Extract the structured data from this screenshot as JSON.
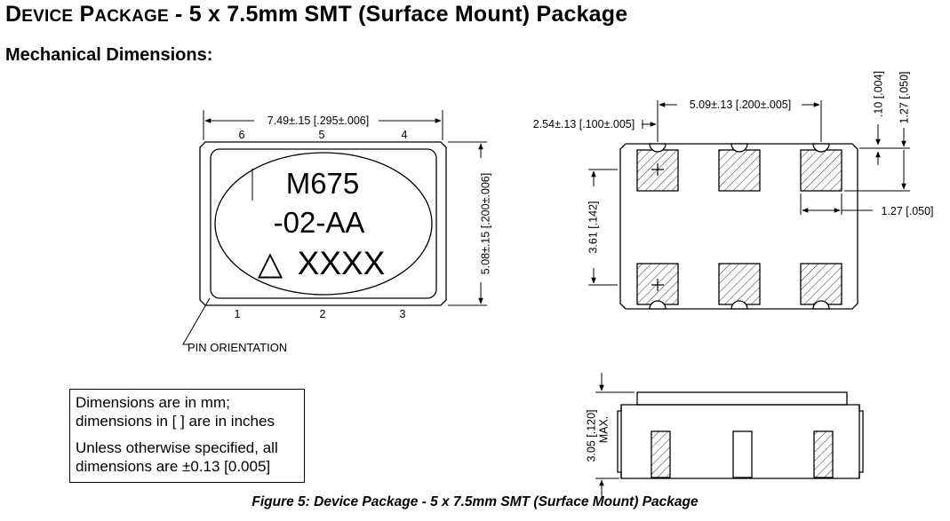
{
  "header": {
    "title_first_letter": "D",
    "title_smallcaps_1": "EVICE",
    "title_second_letter": "P",
    "title_smallcaps_2": "ACKAGE",
    "title_rest": " - 5 x 7.5mm SMT (Surface Mount) Package",
    "subtitle": "Mechanical Dimensions:"
  },
  "top_view": {
    "width_dim": "7.49±.15 [.295±.006]",
    "height_dim": "5.08±.15 [.200±.006]",
    "pins_top": [
      "6",
      "5",
      "4"
    ],
    "pins_bottom": [
      "1",
      "2",
      "3"
    ],
    "marking_line1": "M675",
    "marking_line2": "-02-AA",
    "marking_symbol": "△",
    "marking_line3": "XXXX",
    "pin_orientation": "PIN ORIENTATION"
  },
  "pad_view": {
    "pitch_dim": "5.09±.13 [.200±.005]",
    "half_pitch_dim": "2.54±.13 [.100±.005]",
    "castellation_dim": ".10 [.004]",
    "pad_height_dim": "1.27 [.050]",
    "pad_width_dim": "1.27 [.050]",
    "row_spacing_dim": "3.61 [.142]"
  },
  "side_view": {
    "height_dim": "3.05 [.120]",
    "max_label": "MAX."
  },
  "note": {
    "line1": "Dimensions are in mm;",
    "line2": "dimensions in [ ] are in inches",
    "line3": "Unless otherwise specified, all",
    "line4": "dimensions are ±0.13 [0.005]"
  },
  "caption": "Figure 5: Device Package - 5 x 7.5mm SMT (Surface Mount) Package"
}
